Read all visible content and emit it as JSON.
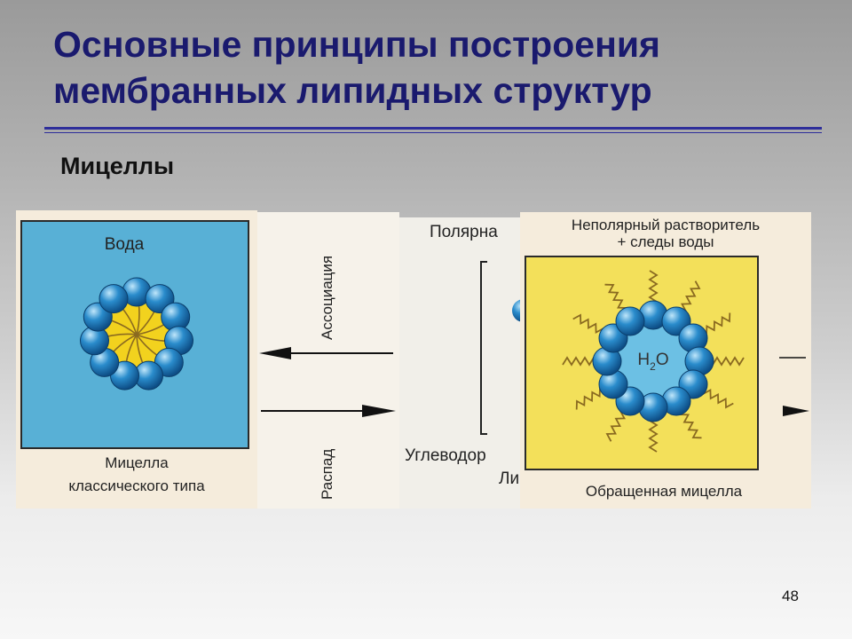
{
  "slide": {
    "title_line1": "Основные принципы построения",
    "title_line2": "мембранных липидных структур",
    "subtitle": "Мицеллы",
    "page_number": "48"
  },
  "figure": {
    "left_panel": {
      "label_top": "Вода",
      "caption_line1": "Мицелла",
      "caption_line2": "классического типа"
    },
    "arrows": {
      "association": "Ассоциация",
      "decay": "Распад"
    },
    "middle_panel": {
      "label_top": "Полярна",
      "label_bottom_line1": "Углеводор",
      "label_bottom_line2": "Ли"
    },
    "right_panel": {
      "label_top_line1": "Неполярный растворитель",
      "label_top_line2": "+ следы воды",
      "core_label": "H",
      "core_sub": "2",
      "core_tail": "O",
      "caption": "Обращенная мицелла"
    }
  },
  "colors": {
    "title": "#1a1a6e",
    "water": "#5bb3d8",
    "solvent": "#f3e05a",
    "lipid_head": "#1e7bbf",
    "tail": "#8a6a20"
  }
}
